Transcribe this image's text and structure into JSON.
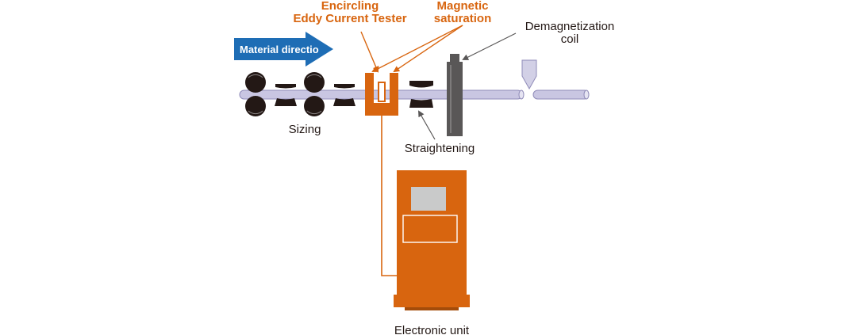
{
  "labels": {
    "eddy_line1": "Encircling",
    "eddy_line2": "Eddy Current Tester",
    "magnetic_line1": "Magnetic",
    "magnetic_line2": "saturation",
    "demag_line1": "Demagnetization",
    "demag_line2": "coil",
    "direction": "Material directio",
    "sizing": "Sizing",
    "straightening": "Straightening",
    "electronic_unit": "Electronic unit"
  },
  "colors": {
    "orange": "#d8650f",
    "orange_text": "#d8650f",
    "blue_arrow": "#1e6db5",
    "tube": "#c9c6e2",
    "tube_edge": "#8f8bb8",
    "roll": "#231815",
    "coil": "#595757",
    "screen": "#c9caca",
    "label": "#231815"
  }
}
